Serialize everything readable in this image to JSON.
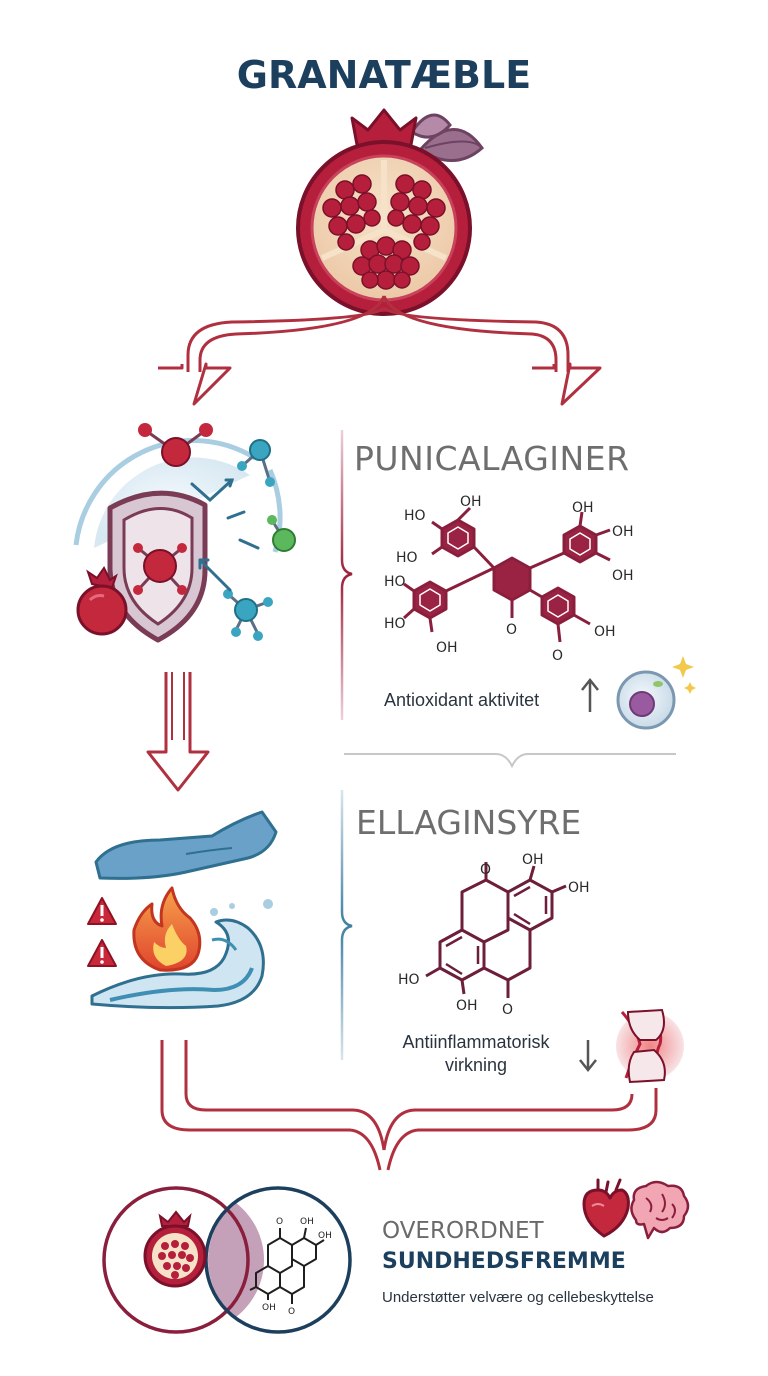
{
  "title": "GRANATÆBLE",
  "sections": [
    {
      "heading": "PUNICALAGINER",
      "effect": "Antioxidant aktivitet",
      "effect_direction": "up",
      "labels": [
        "HO",
        "OH",
        "HO",
        "OH",
        "OH",
        "HO",
        "HO",
        "OH",
        "OH",
        "O",
        "OH",
        "O"
      ]
    },
    {
      "heading": "ELLAGINSYRE",
      "effect_line1": "Antiinflammatorisk",
      "effect_line2": "virkning",
      "effect_direction": "down",
      "labels": [
        "O",
        "OH",
        "OH",
        "HO",
        "OH",
        "O"
      ]
    }
  ],
  "overall": {
    "heading": "OVERORDNET",
    "title": "SUNDHEDSFREMME",
    "description": "Understøtter velvære og cellebeskyttelse",
    "mini_labels": [
      "O",
      "OH",
      "OH",
      "OH",
      "O"
    ]
  },
  "colors": {
    "title": "#1d3f5e",
    "pomegranate": "#9c1f3c",
    "molecule": "#8a1f3d",
    "arrow": "#b0303f",
    "shield": "#d8c6d2",
    "hand": "#5f93b8",
    "wave": "#3f8fb4",
    "flame": "#f07a3a",
    "warning": "#c8283a",
    "heading_gray": "#6e6e6e"
  },
  "icons": [
    "pomegranate-icon",
    "shield-icon",
    "molecule-icon",
    "cell-icon",
    "hand-icon",
    "flame-icon",
    "wave-icon",
    "warning-icon",
    "joint-icon",
    "heart-icon",
    "brain-icon"
  ]
}
